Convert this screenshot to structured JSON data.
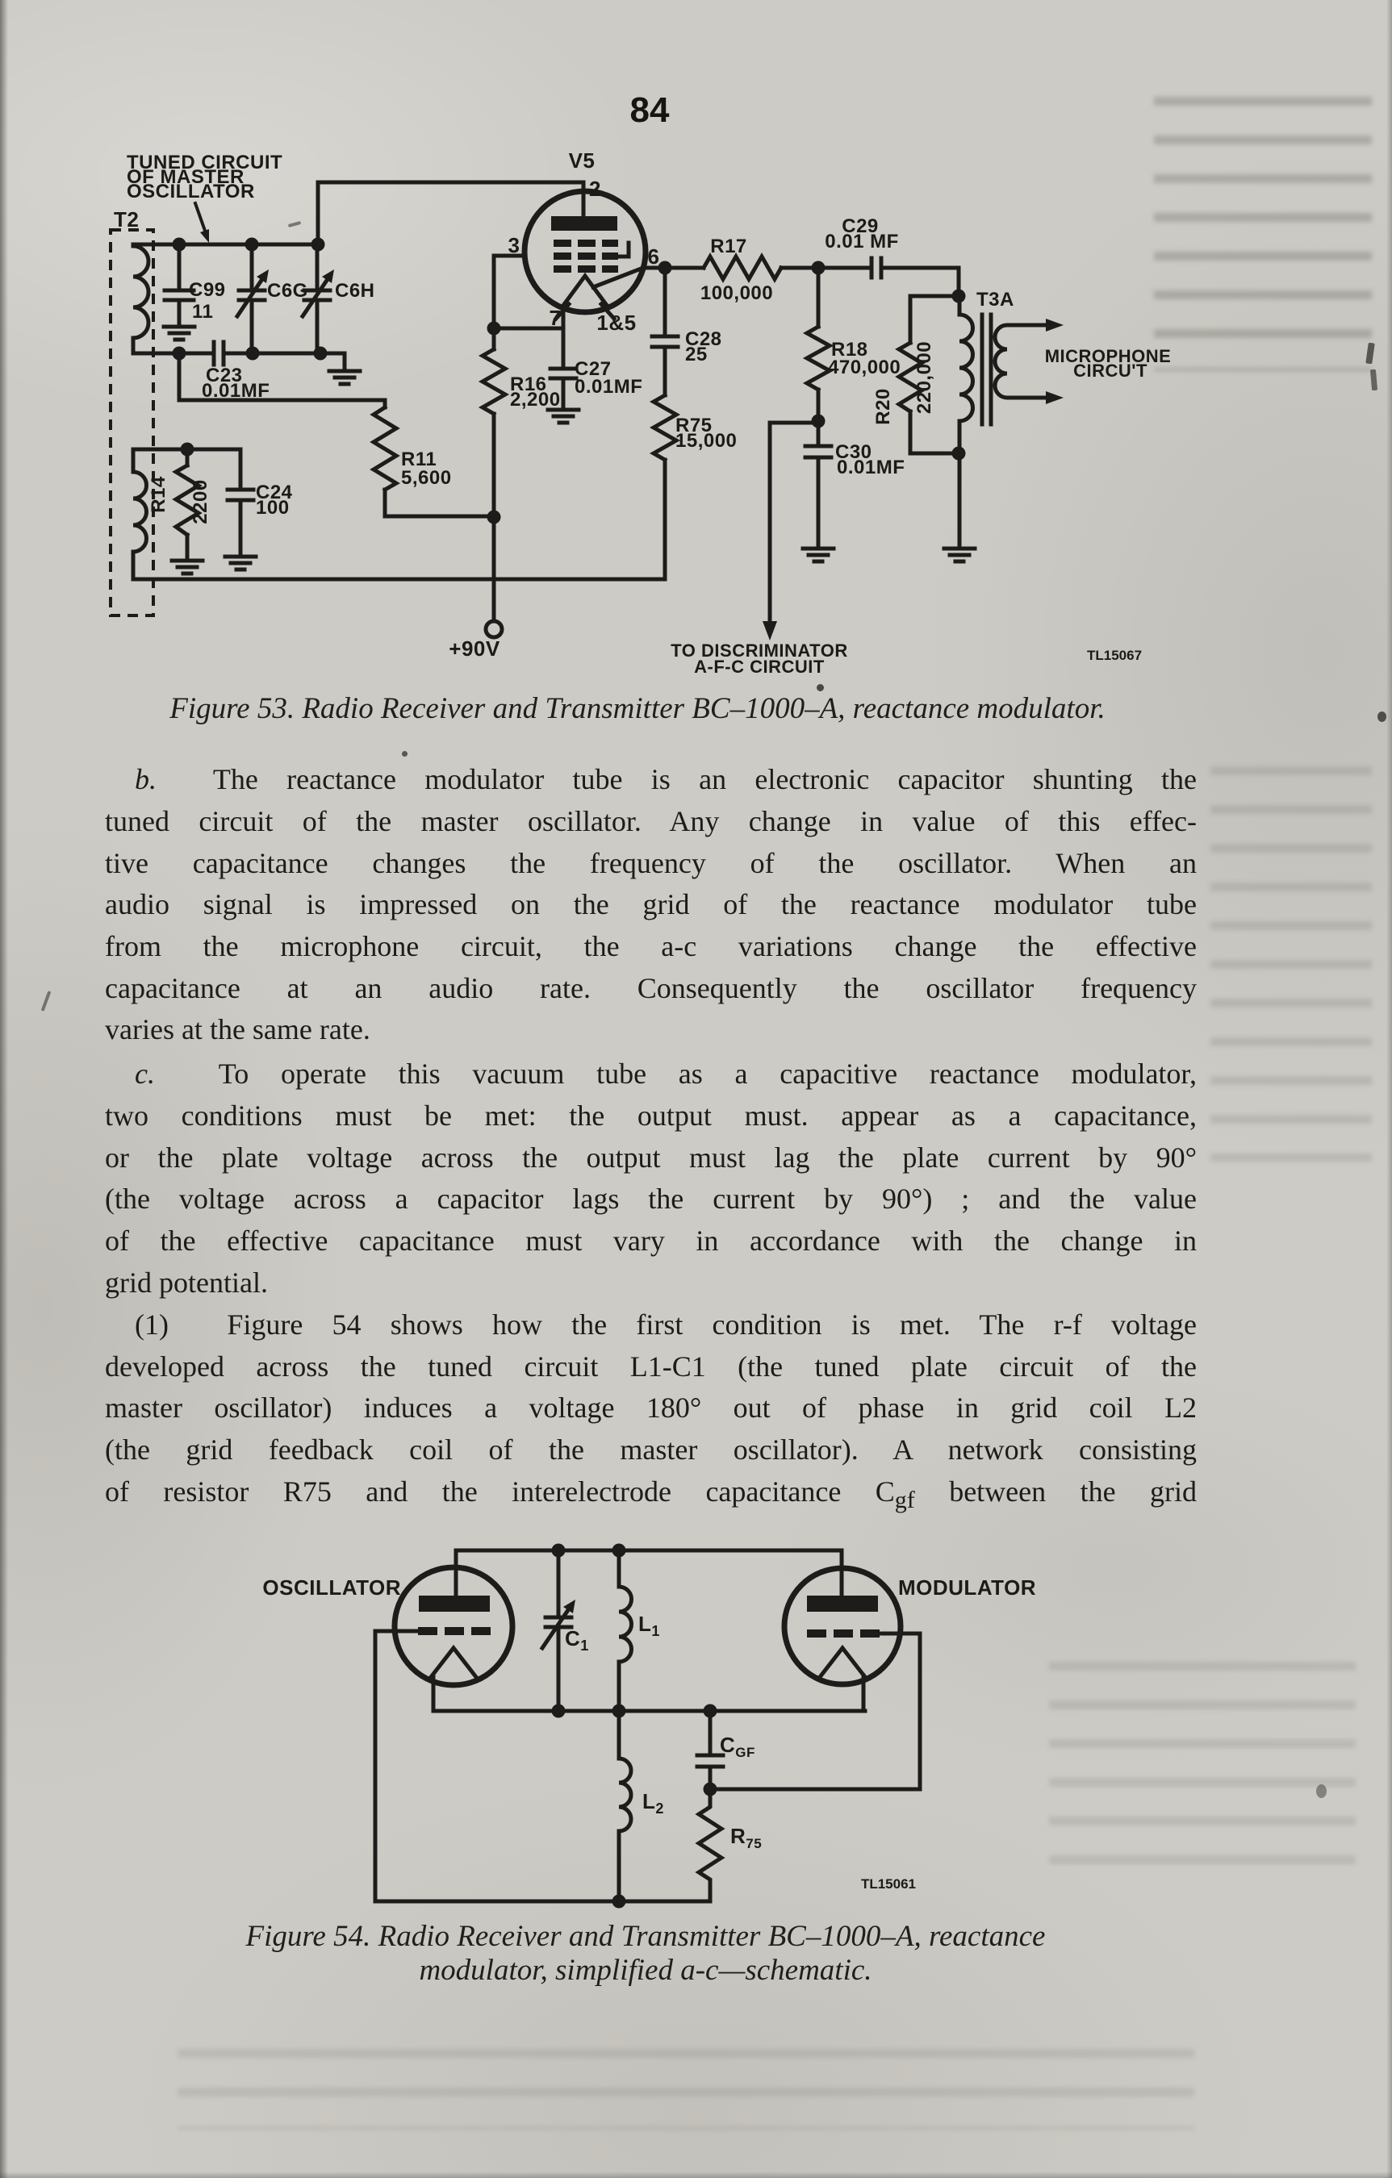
{
  "page_number": "84",
  "figure53": {
    "caption": "Figure 53.  Radio Receiver and Transmitter BC–1000–A, reactance modulator.",
    "code": "TL15067",
    "labels": {
      "tuned1": "TUNED CIRCUIT",
      "tuned2": "OF MASTER",
      "tuned3": "OSCILLATOR",
      "t2": "T2",
      "c99": "C99",
      "c99_val": "11",
      "c6g": "C6G",
      "c6h": "C6H",
      "c23": "C23",
      "c23_val": "0.01MF",
      "r14": "R14",
      "r14_val": "2200",
      "c24": "C24",
      "c24_val": "100",
      "r11": "R11",
      "r11_val": "5,600",
      "r16": "R16",
      "r16_val": "2,200",
      "c27": "C27",
      "c27_val": "0.01MF",
      "v5": "V5",
      "pin2": "2",
      "pin3": "3",
      "pin6": "6",
      "pin7": "7",
      "pin15": "1&5",
      "c28": "C28",
      "c28_val": "25",
      "r75": "R75",
      "r75_val": "15,000",
      "r17": "R17",
      "r17_val": "100,000",
      "c29": "C29",
      "c29_val": "0.01 MF",
      "r18": "R18",
      "r18_val": "470,000",
      "r20": "R20",
      "r20_val": "220,000",
      "c30": "C30",
      "c30_val": "0.01MF",
      "t3a": "T3A",
      "mic1": "MICROPHONE",
      "mic2": "CIRCU'T",
      "plus90": "+90V",
      "disc1": "TO DISCRIMINATOR",
      "disc2": "A-F-C CIRCUIT"
    }
  },
  "figure54": {
    "caption_line1": "Figure 54.  Radio Receiver and Transmitter BC–1000–A, reactance",
    "caption_line2": "modulator, simplified a-c—schematic.",
    "code": "TL15061",
    "labels": {
      "oscillator": "OSCILLATOR",
      "modulator": "MODULATOR",
      "c1_base": "C",
      "c1_sub": "1",
      "l1_base": "L",
      "l1_sub": "1",
      "l2_base": "L",
      "l2_sub": "2",
      "cgf_base": "C",
      "cgf_sub": "GF",
      "r75_base": "R",
      "r75_sub": "75"
    }
  },
  "paragraphs": {
    "b": {
      "lead": "b.",
      "lines": [
        "The reactance modulator tube is an electronic capacitor shunting the",
        "tuned circuit of the master oscillator.  Any change in value of this effec-",
        "tive capacitance changes the frequency of the oscillator.  When an",
        "audio signal is impressed on the grid of the reactance modulator tube",
        "from the microphone circuit, the a-c variations change the effective",
        "capacitance at an audio rate.  Consequently the oscillator frequency",
        "varies at the same rate."
      ]
    },
    "c": {
      "lead": "c.",
      "lines": [
        "To operate this vacuum tube as a capacitive reactance modulator,",
        "two conditions must be met:  the output must. appear as a capacitance,",
        "or the plate voltage across the output must lag the plate current by 90°",
        "(the voltage across a capacitor lags the current by 90°) ; and the value",
        "of the effective capacitance must vary in accordance with the change in",
        "grid potential."
      ]
    },
    "p1": {
      "lead": "(1)",
      "lines": [
        "Figure 54 shows how the first condition is met.  The r-f voltage",
        "developed across the tuned circuit L1-C1 (the tuned plate circuit of the",
        "master oscillator) induces a voltage 180° out of phase in grid coil L2",
        "(the grid feedback coil of the master oscillator).  A network consisting",
        "of resistor R75 and the interelectrode capacitance C_{gf} between the grid"
      ]
    }
  }
}
